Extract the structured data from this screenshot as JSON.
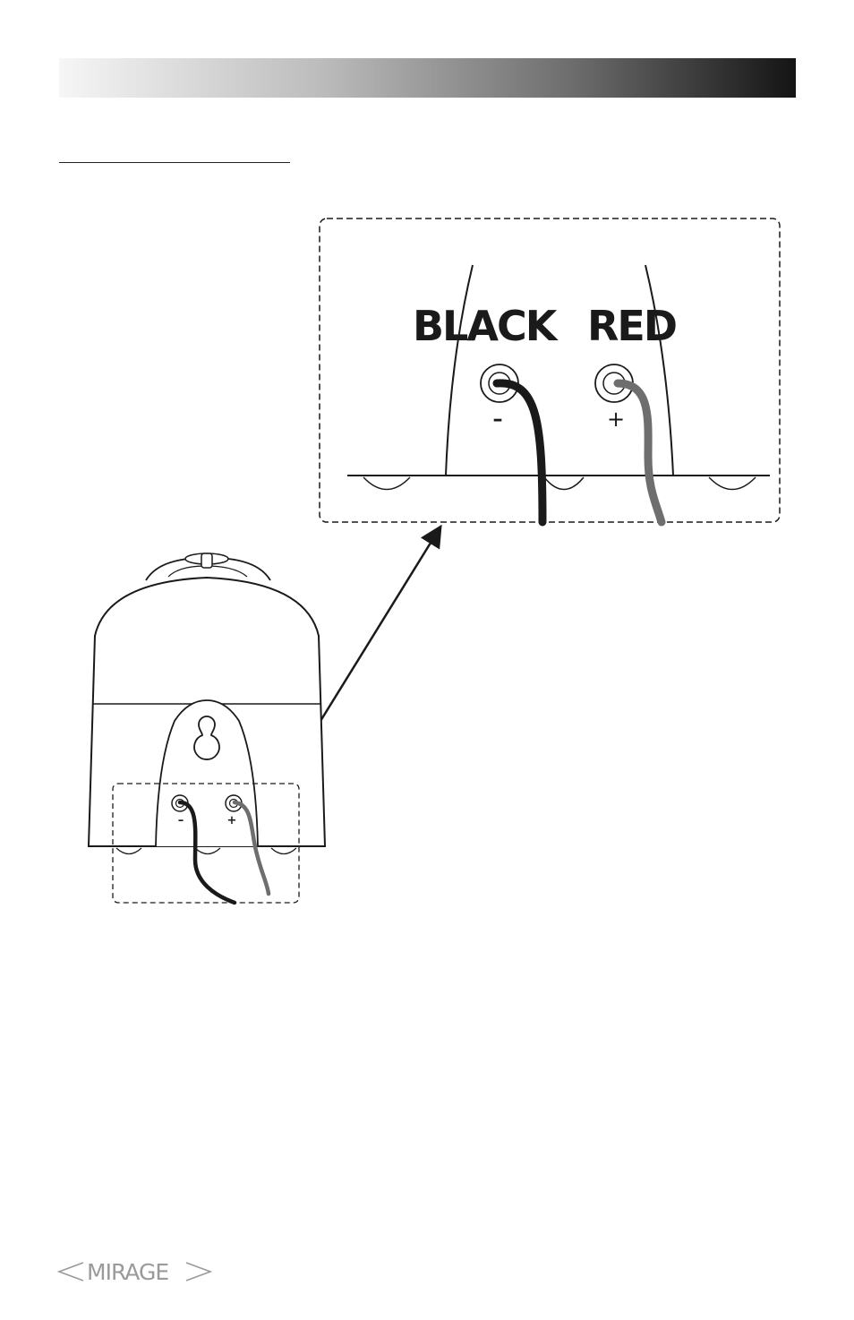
{
  "labels": {
    "black": "BLACK",
    "red": "RED",
    "minus": "–",
    "plus": "+"
  },
  "brand": {
    "name": "MIRAGE"
  },
  "colors": {
    "header_start": "#f6f6f6",
    "header_end": "#141414",
    "wire_black": "#1a1a1a",
    "wire_red": "#6e6e6e",
    "line": "#1a1a1a",
    "logo": "#9a9a9a"
  },
  "icons": {
    "logo_left": "chevron-left-icon",
    "logo_right": "chevron-right-icon",
    "terminal": "binding-post-icon",
    "callout": "arrow-icon"
  }
}
